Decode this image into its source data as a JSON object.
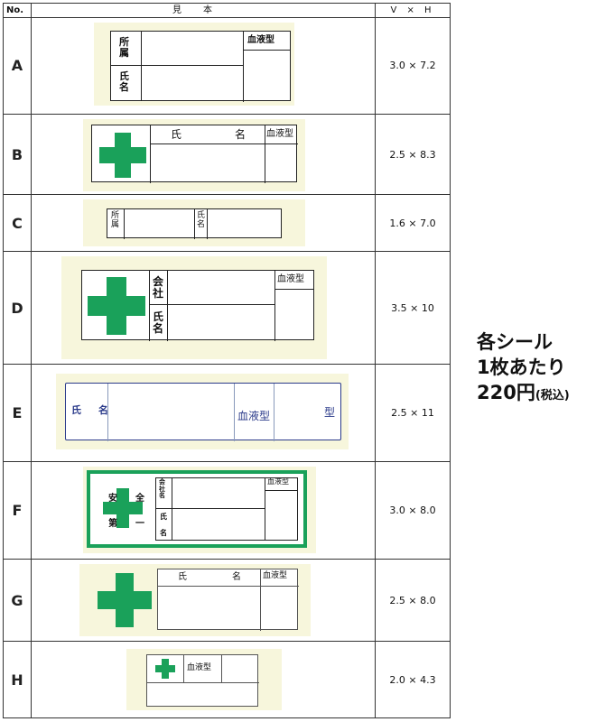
{
  "header": {
    "no": "No.",
    "mihon": "見本",
    "vh": "V × H"
  },
  "rows": [
    {
      "id": "A",
      "dim": "3.0 × 7.2"
    },
    {
      "id": "B",
      "dim": "2.5 × 8.3"
    },
    {
      "id": "C",
      "dim": "1.6 × 7.0"
    },
    {
      "id": "D",
      "dim": "3.5 × 10"
    },
    {
      "id": "E",
      "dim": "2.5 × 11"
    },
    {
      "id": "F",
      "dim": "3.0 × 8.0"
    },
    {
      "id": "G",
      "dim": "2.5 × 8.0"
    },
    {
      "id": "H",
      "dim": "2.0 × 4.3"
    }
  ],
  "labels": {
    "shozoku_1": "所",
    "shozoku_2": "属",
    "shimei_1": "氏",
    "shimei_2": "名",
    "kaisha_1": "会",
    "kaisha_2": "社",
    "blood": "血液型",
    "e_shimei": "氏　名",
    "e_blood": "血液型",
    "e_gata": "型",
    "f_kaisha": "会社名",
    "f_shi": "氏",
    "f_mei": "名",
    "f_an": "安",
    "f_zen": "全",
    "f_dai": "第",
    "f_ichi": "一"
  },
  "side": {
    "line1": "各シール",
    "line2": "1枚あたり",
    "price": "220円",
    "tax": "(税込)"
  },
  "colors": {
    "cross": "#1aa15a",
    "border_green": "#1aa15a",
    "sticker_bg": "#f7f6dc",
    "blue_text": "#2a3a8a"
  }
}
